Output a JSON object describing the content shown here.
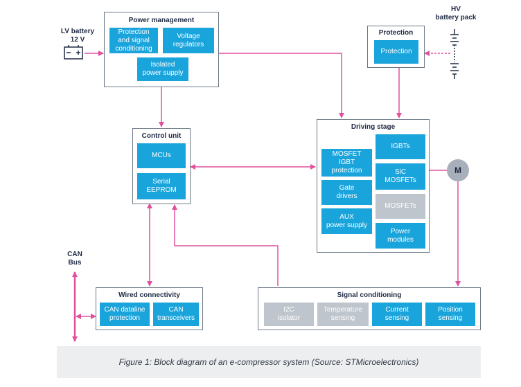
{
  "labels": {
    "lv_battery": "LV battery\n12 V",
    "hv_battery": "HV\nbattery pack",
    "can_bus": "CAN\nBus",
    "motor": "M"
  },
  "groups": {
    "power_management": {
      "title": "Power management",
      "blocks": [
        "Protection\nand signal\nconditioning",
        "Voltage\nregulators",
        "Isolated\npower supply"
      ]
    },
    "protection": {
      "title": "Protection",
      "blocks": [
        "Protection"
      ]
    },
    "control_unit": {
      "title": "Control unit",
      "blocks": [
        "MCUs",
        "Serial\nEEPROM"
      ]
    },
    "driving_stage": {
      "title": "Driving stage",
      "blocks": [
        "MOSFET\nIGBT\nprotection",
        "IGBTs",
        "SiC\nMOSFETs",
        "Gate\ndrivers",
        "MOSFETs",
        "AUX\npower supply",
        "Power\nmodules"
      ]
    },
    "wired_connectivity": {
      "title": "Wired connectivity",
      "blocks": [
        "CAN dataline\nprotection",
        "CAN\ntransceivers"
      ]
    },
    "signal_conditioning": {
      "title": "Signal conditioning",
      "blocks": [
        "I2C\nisolator",
        "Temperature\nsensing",
        "Current\nsensing",
        "Position\nsensing"
      ]
    }
  },
  "caption": "Figure 1: Block diagram of an e-compressor system (Source: STMicroelectronics)",
  "colors": {
    "block": "#1aa4dc",
    "block_grey": "#bfc5cc",
    "arrow": "#e0509b",
    "border": "#6b7785"
  }
}
